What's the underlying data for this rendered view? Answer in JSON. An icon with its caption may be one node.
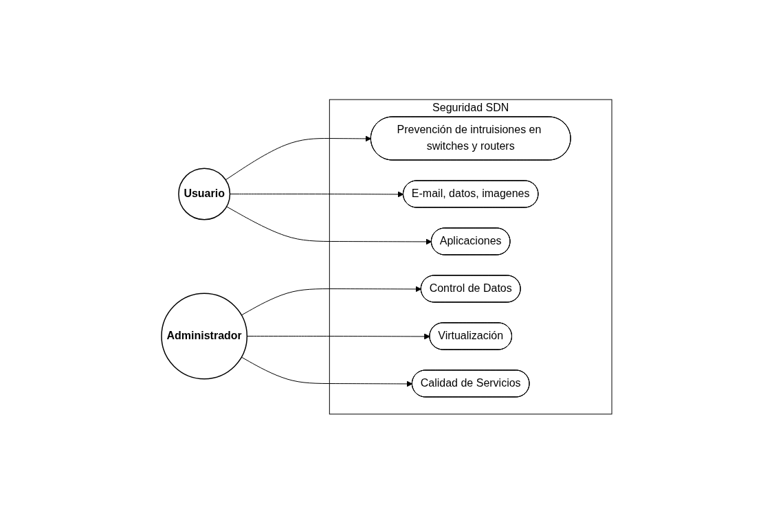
{
  "diagram": {
    "nodes": [
      {
        "text": [
          "Seguridad SDN"
        ]
      },
      {
        "text": [
          "Prevención de intruisiones en switches y routers"
        ],
        "in": 0
      },
      {
        "text": [
          "Control de Datos"
        ],
        "in": 0
      },
      {
        "text": [
          "E-mail, datos, imagenes"
        ],
        "in": 0
      },
      {
        "text": [
          "Virtualización"
        ],
        "in": 0
      },
      {
        "text": [
          "Aplicaciones"
        ],
        "in": 0
      },
      {
        "text": [
          "Calidad de Servicios"
        ],
        "in": 0
      },
      {
        "text": [
          "Administrador"
        ]
      },
      {
        "text": [
          "Usuario"
        ]
      }
    ],
    "edges": [
      {
        "from": 7,
        "to": 2,
        "arrow": "to"
      },
      {
        "from": 7,
        "to": 4,
        "arrow": "to"
      },
      {
        "from": 7,
        "to": 6,
        "arrow": "to"
      },
      {
        "from": 8,
        "to": 1,
        "arrow": "to"
      },
      {
        "from": 8,
        "to": 3,
        "arrow": "to"
      },
      {
        "from": 8,
        "to": 5,
        "arrow": "to"
      }
    ]
  }
}
